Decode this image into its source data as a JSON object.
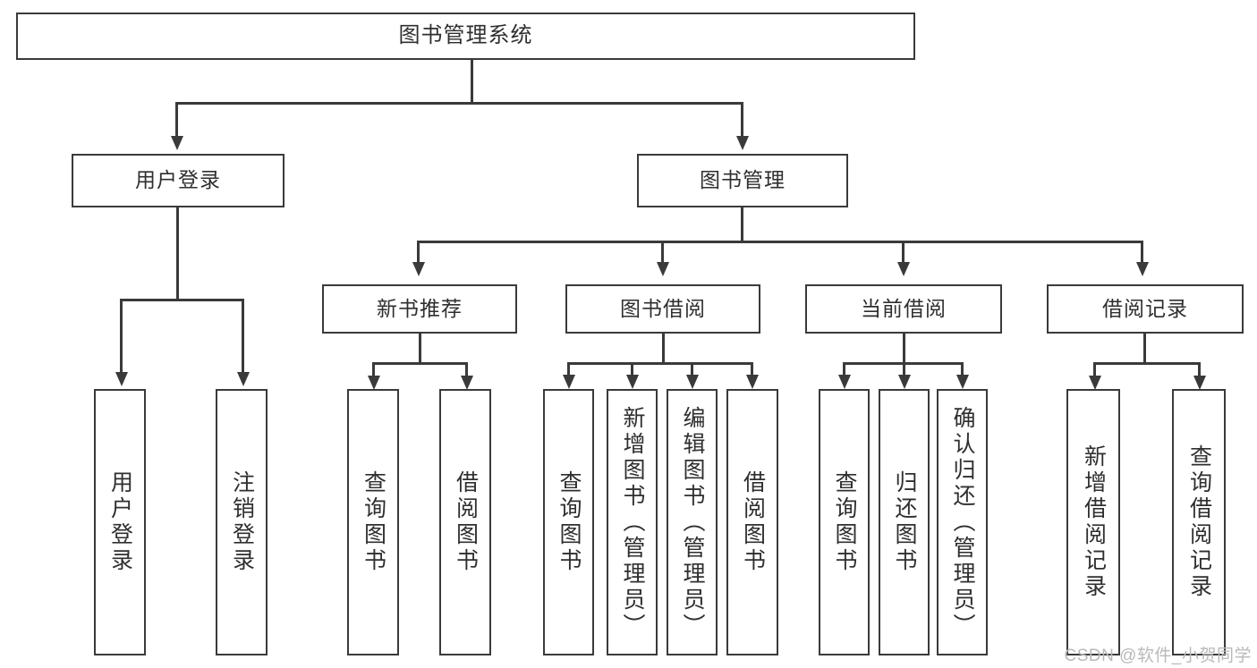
{
  "diagram": {
    "type": "tree-hierarchy",
    "title": "图书管理系统",
    "watermark": "CSDN @软件_小贺同学",
    "colors": {
      "stroke": "#3a3a3a",
      "background": "#ffffff",
      "text": "#2f2f2f",
      "watermark": "#b9b9b9"
    },
    "levels": [
      {
        "level": 0,
        "nodes": [
          {
            "id": "root",
            "label": "图书管理系统",
            "orientation": "horizontal"
          }
        ]
      },
      {
        "level": 1,
        "nodes": [
          {
            "id": "user-login",
            "label": "用户登录",
            "orientation": "horizontal",
            "parent": "root"
          },
          {
            "id": "book-manage",
            "label": "图书管理",
            "orientation": "horizontal",
            "parent": "root"
          }
        ]
      },
      {
        "level": 2,
        "nodes": [
          {
            "id": "new-book-rec",
            "label": "新书推荐",
            "orientation": "horizontal",
            "parent": "book-manage"
          },
          {
            "id": "book-borrow",
            "label": "图书借阅",
            "orientation": "horizontal",
            "parent": "book-manage"
          },
          {
            "id": "current-borrow",
            "label": "当前借阅",
            "orientation": "horizontal",
            "parent": "book-manage"
          },
          {
            "id": "borrow-record",
            "label": "借阅记录",
            "orientation": "horizontal",
            "parent": "book-manage"
          }
        ]
      },
      {
        "level": 3,
        "nodes": [
          {
            "id": "leaf-user-login",
            "label": "用户登录",
            "orientation": "vertical",
            "parent": "user-login"
          },
          {
            "id": "leaf-user-logout",
            "label": "注销登录",
            "orientation": "vertical",
            "parent": "user-login"
          },
          {
            "id": "leaf-query-book-1",
            "label": "查询图书",
            "orientation": "vertical",
            "parent": "new-book-rec"
          },
          {
            "id": "leaf-borrow-book-1",
            "label": "借阅图书",
            "orientation": "vertical",
            "parent": "new-book-rec"
          },
          {
            "id": "leaf-query-book-2",
            "label": "查询图书",
            "orientation": "vertical",
            "parent": "book-borrow"
          },
          {
            "id": "leaf-add-book",
            "label": "新增图书（管理员）",
            "orientation": "vertical",
            "parent": "book-borrow"
          },
          {
            "id": "leaf-edit-book",
            "label": "编辑图书（管理员）",
            "orientation": "vertical",
            "parent": "book-borrow"
          },
          {
            "id": "leaf-borrow-book-2",
            "label": "借阅图书",
            "orientation": "vertical",
            "parent": "book-borrow"
          },
          {
            "id": "leaf-query-book-3",
            "label": "查询图书",
            "orientation": "vertical",
            "parent": "current-borrow"
          },
          {
            "id": "leaf-return-book",
            "label": "归还图书",
            "orientation": "vertical",
            "parent": "current-borrow"
          },
          {
            "id": "leaf-confirm-return",
            "label": "确认归还（管理员）",
            "orientation": "vertical",
            "parent": "current-borrow"
          },
          {
            "id": "leaf-add-record",
            "label": "新增借阅记录",
            "orientation": "vertical",
            "parent": "borrow-record"
          },
          {
            "id": "leaf-query-record",
            "label": "查询借阅记录",
            "orientation": "vertical",
            "parent": "borrow-record"
          }
        ]
      }
    ]
  }
}
